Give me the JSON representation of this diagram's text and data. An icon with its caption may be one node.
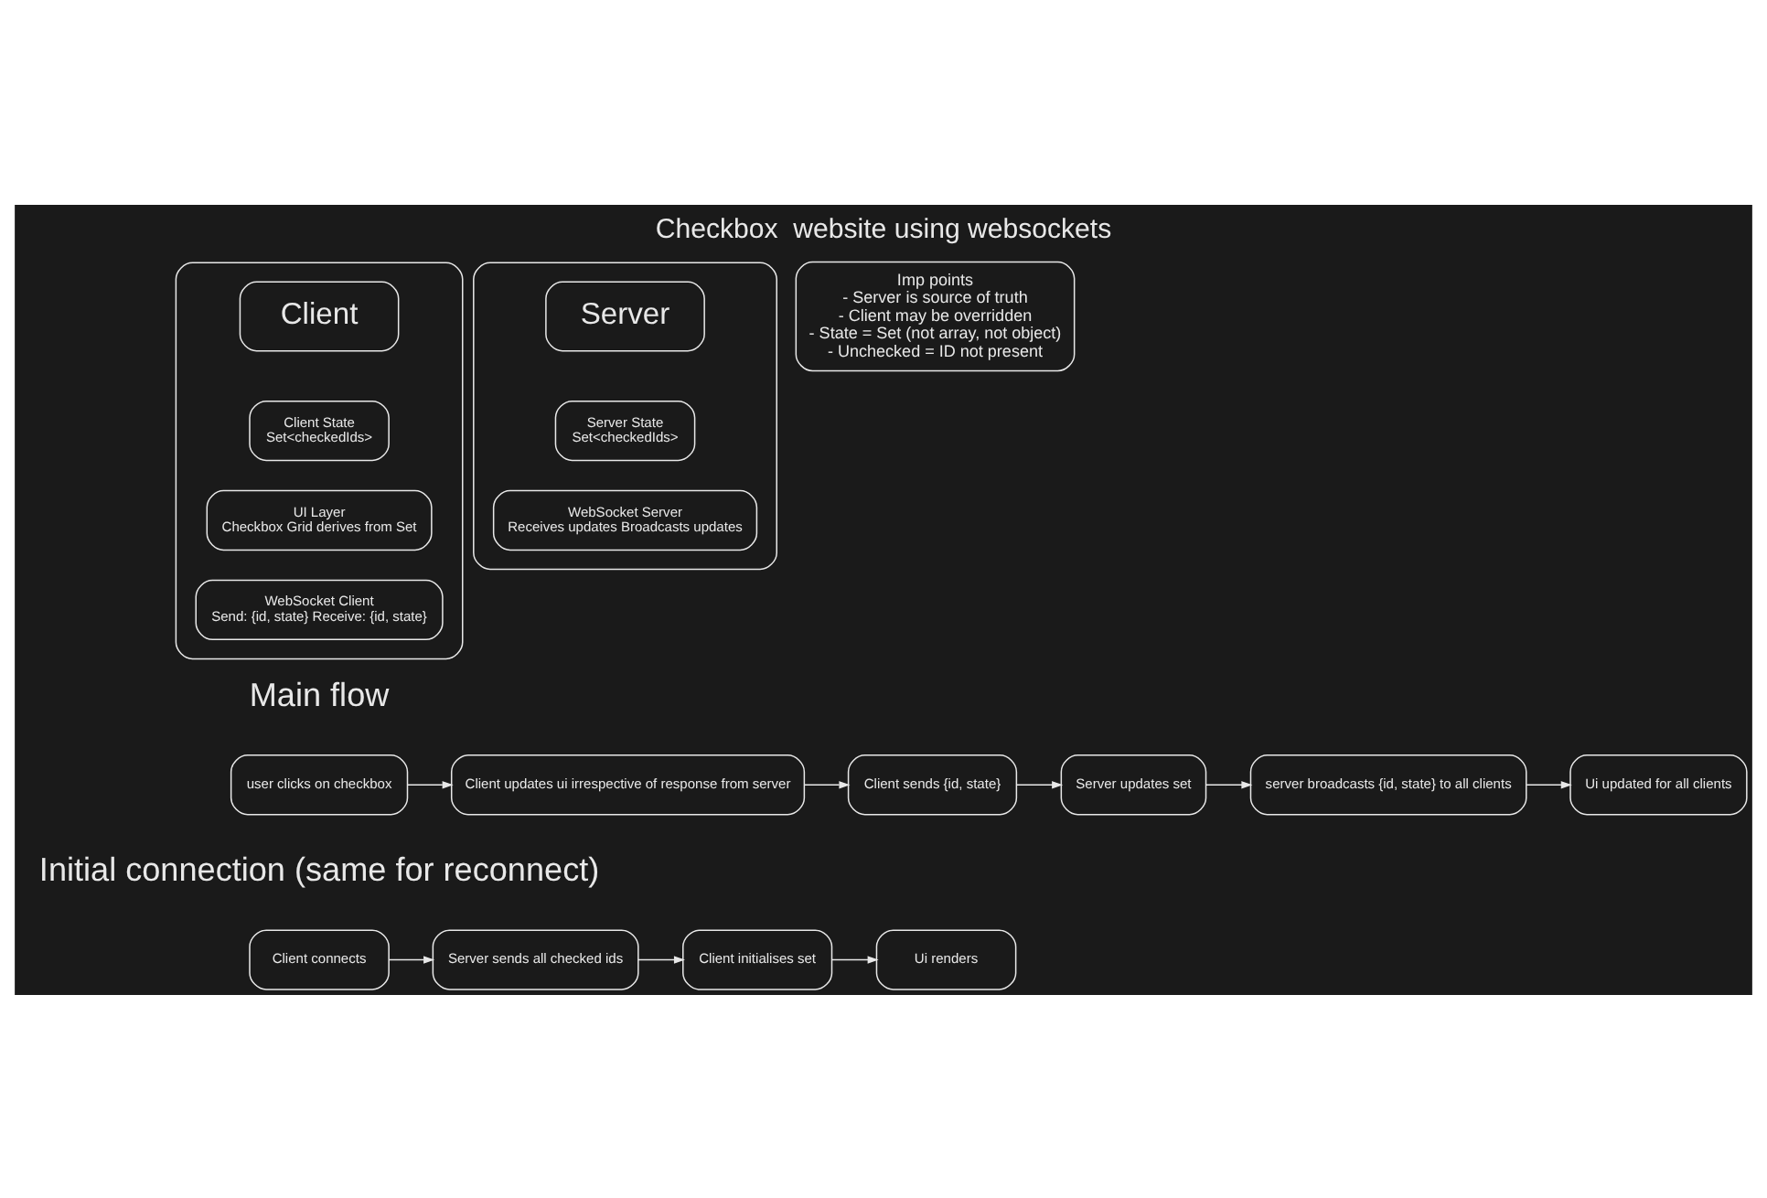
{
  "diagram": {
    "title": "Checkbox  website using websockets",
    "nodes": [
      {
        "text": [],
        "shape": "box"
      },
      {
        "text": [
          "Client"
        ],
        "in": 0
      },
      {
        "text": [
          "Client State",
          "Set<checkedIds>"
        ],
        "in": 0
      },
      {
        "text": [
          "UI Layer",
          "Checkbox Grid derives from Set"
        ],
        "in": 0
      },
      {
        "text": [
          "WebSocket Client",
          "Send: {id, state} Receive: {id, state}"
        ],
        "in": 0
      },
      {
        "text": [],
        "shape": "box"
      },
      {
        "text": [
          "Server"
        ],
        "in": 5
      },
      {
        "text": [
          "Server State",
          "Set<checkedIds>"
        ],
        "in": 5
      },
      {
        "text": [
          "WebSocket Server",
          "Receives updates Broadcasts updates"
        ],
        "in": 5
      },
      {
        "text": [
          "Imp points",
          "- Server is source of truth",
          "- Client may be overridden",
          "- State = Set (not array, not object)",
          "- Unchecked = ID not present"
        ]
      },
      {
        "text": [
          "user clicks on checkbox"
        ]
      },
      {
        "text": [
          "Client updates ui irrespective of response from server"
        ]
      },
      {
        "text": [
          "Client sends {id, state}"
        ]
      },
      {
        "text": [
          "Server updates set"
        ]
      },
      {
        "text": [
          "server broadcasts {id, state} to all clients"
        ]
      },
      {
        "text": [
          "Ui updated for all clients"
        ]
      },
      {
        "text": [
          "Client connects"
        ]
      },
      {
        "text": [
          "Server sends all checked ids"
        ]
      },
      {
        "text": [
          "Client initialises set"
        ]
      },
      {
        "text": [
          "Ui renders"
        ]
      }
    ],
    "edges": [
      {
        "from": 10,
        "to": 11,
        "arrow": "to"
      },
      {
        "from": 11,
        "to": 12,
        "arrow": "to"
      },
      {
        "from": 12,
        "to": 13,
        "arrow": "to"
      },
      {
        "from": 13,
        "to": 14,
        "arrow": "to"
      },
      {
        "from": 14,
        "to": 15,
        "arrow": "to"
      },
      {
        "from": 16,
        "to": 17,
        "arrow": "to"
      },
      {
        "from": 17,
        "to": 18,
        "arrow": "to"
      },
      {
        "from": 18,
        "to": 19,
        "arrow": "to"
      }
    ],
    "labels": [
      "Main flow",
      "Initial connection (same for reconnect)"
    ]
  }
}
